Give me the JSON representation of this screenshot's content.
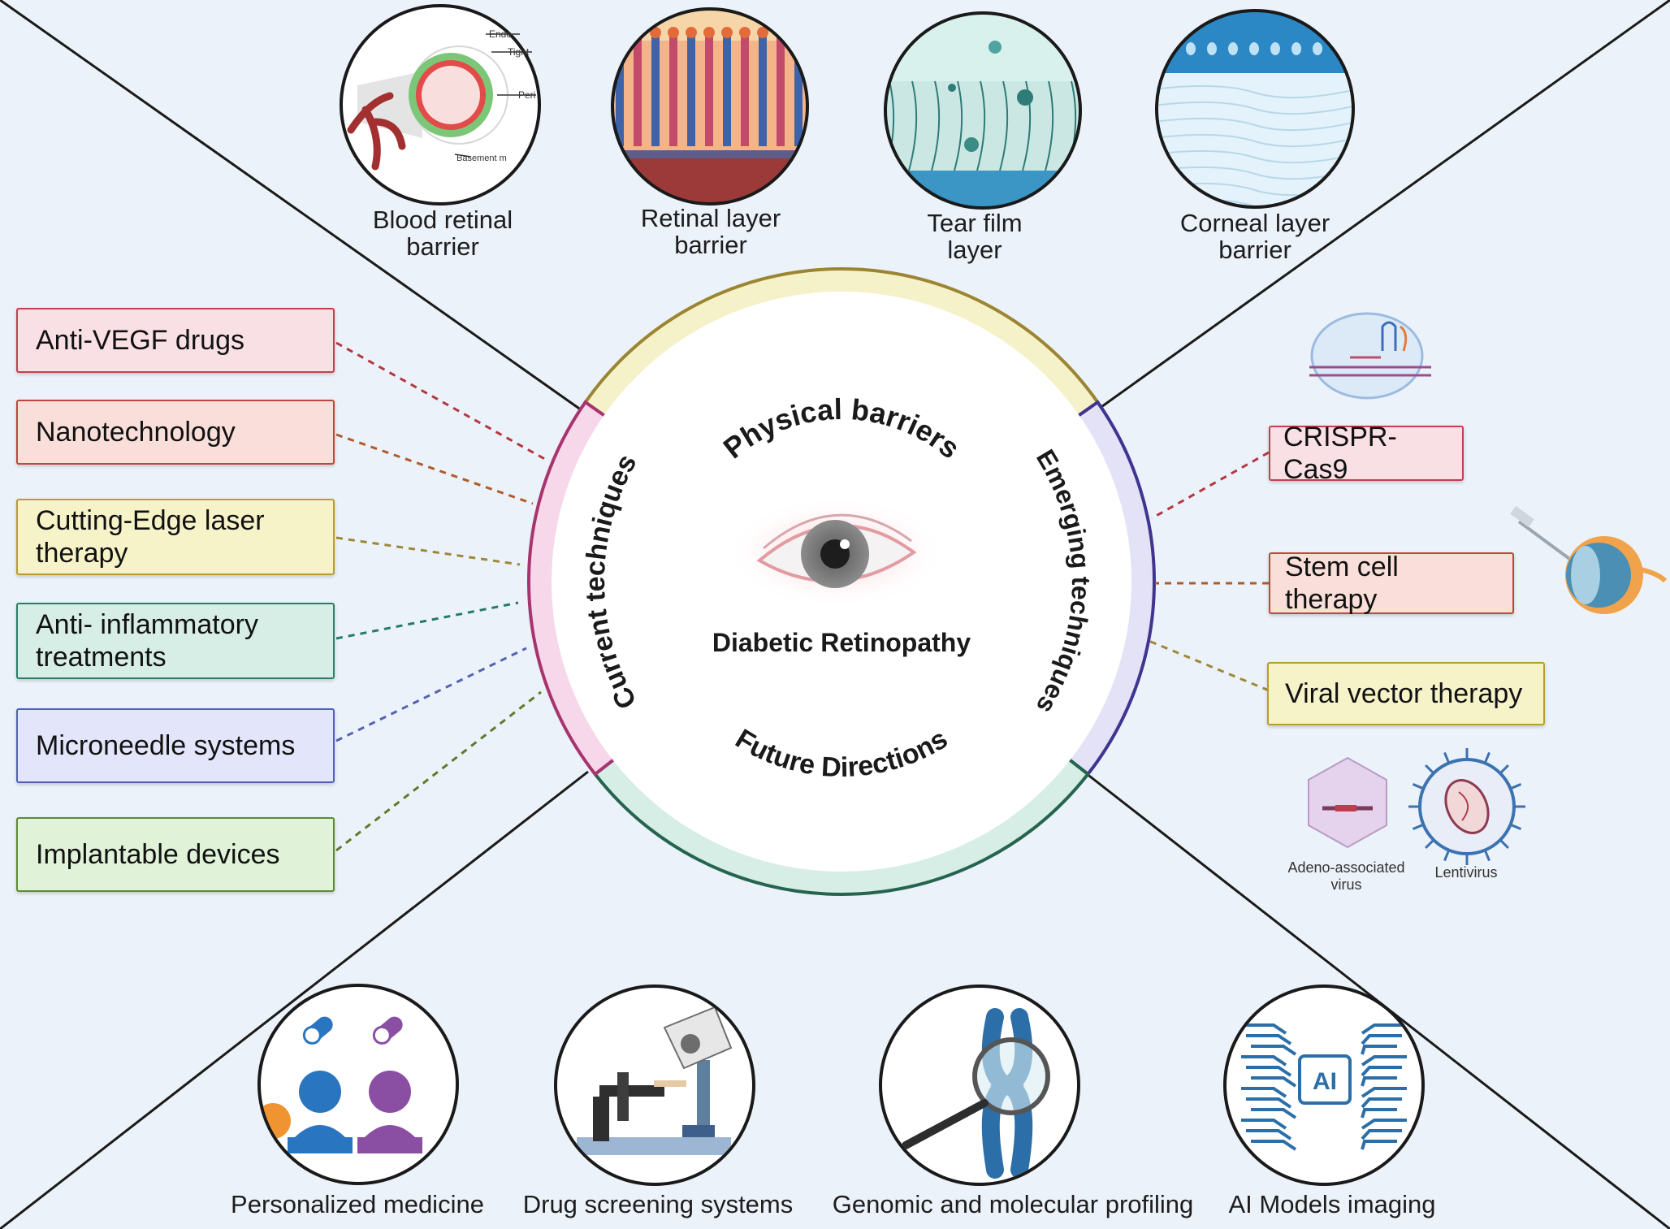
{
  "center": {
    "title": "Diabetic Retinopathy"
  },
  "ring": {
    "physical": "Physical barriers",
    "current": "Current techniques",
    "emerging": "Emerging techniques",
    "future": "Future Directions"
  },
  "barriers": [
    {
      "label": "Blood retinal barrier",
      "icon": "blood-retinal-barrier-icon",
      "inset": [
        "Endo",
        "Tight",
        "Peri",
        "Basement m"
      ]
    },
    {
      "label": "Retinal layer barrier",
      "icon": "retinal-layer-icon"
    },
    {
      "label": "Tear film layer",
      "icon": "tear-film-icon"
    },
    {
      "label": "Corneal layer barrier",
      "icon": "corneal-layer-icon"
    }
  ],
  "current_techniques": [
    {
      "label": "Anti-VEGF drugs",
      "color": "#f9e0e4",
      "border": "#c2404f"
    },
    {
      "label": "Nanotechnology",
      "color": "#f9ded9",
      "border": "#c0463e"
    },
    {
      "label": "Cutting-Edge laser therapy",
      "color": "#f7f3c8",
      "border": "#b99c33"
    },
    {
      "label": "Anti- inflammatory treatments",
      "color": "#d6eee6",
      "border": "#2c7e6a"
    },
    {
      "label": "Microneedle systems",
      "color": "#e3e6fa",
      "border": "#5161b8"
    },
    {
      "label": "Implantable devices",
      "color": "#e0f2d8",
      "border": "#5d8a37"
    }
  ],
  "emerging_techniques": [
    {
      "label": "CRISPR-Cas9",
      "color": "#f9e0e4",
      "border": "#c2404f"
    },
    {
      "label": "Stem cell therapy",
      "color": "#f9ded9",
      "border": "#c0463e"
    },
    {
      "label": "Viral vector therapy",
      "color": "#f7f3c8",
      "border": "#b99c33"
    }
  ],
  "viruses": [
    "Adeno-associated virus",
    "Lentivirus"
  ],
  "future": [
    {
      "label": "Personalized medicine",
      "icon": "personalized-medicine-icon"
    },
    {
      "label": "Drug screening systems",
      "icon": "microscope-icon"
    },
    {
      "label": "Genomic and molecular profiling",
      "icon": "chromosome-magnifier-icon"
    },
    {
      "label": "AI Models imaging",
      "icon": "ai-brain-icon",
      "badge": "AI"
    }
  ],
  "colors": {
    "physical": "#f5f2c9",
    "physical_stroke": "#9b8532",
    "current": "#f7d7ea",
    "current_stroke": "#a8346f",
    "emerging": "#e4e2f6",
    "emerging_stroke": "#3f3590",
    "future": "#d6eee5",
    "future_stroke": "#25644f"
  }
}
